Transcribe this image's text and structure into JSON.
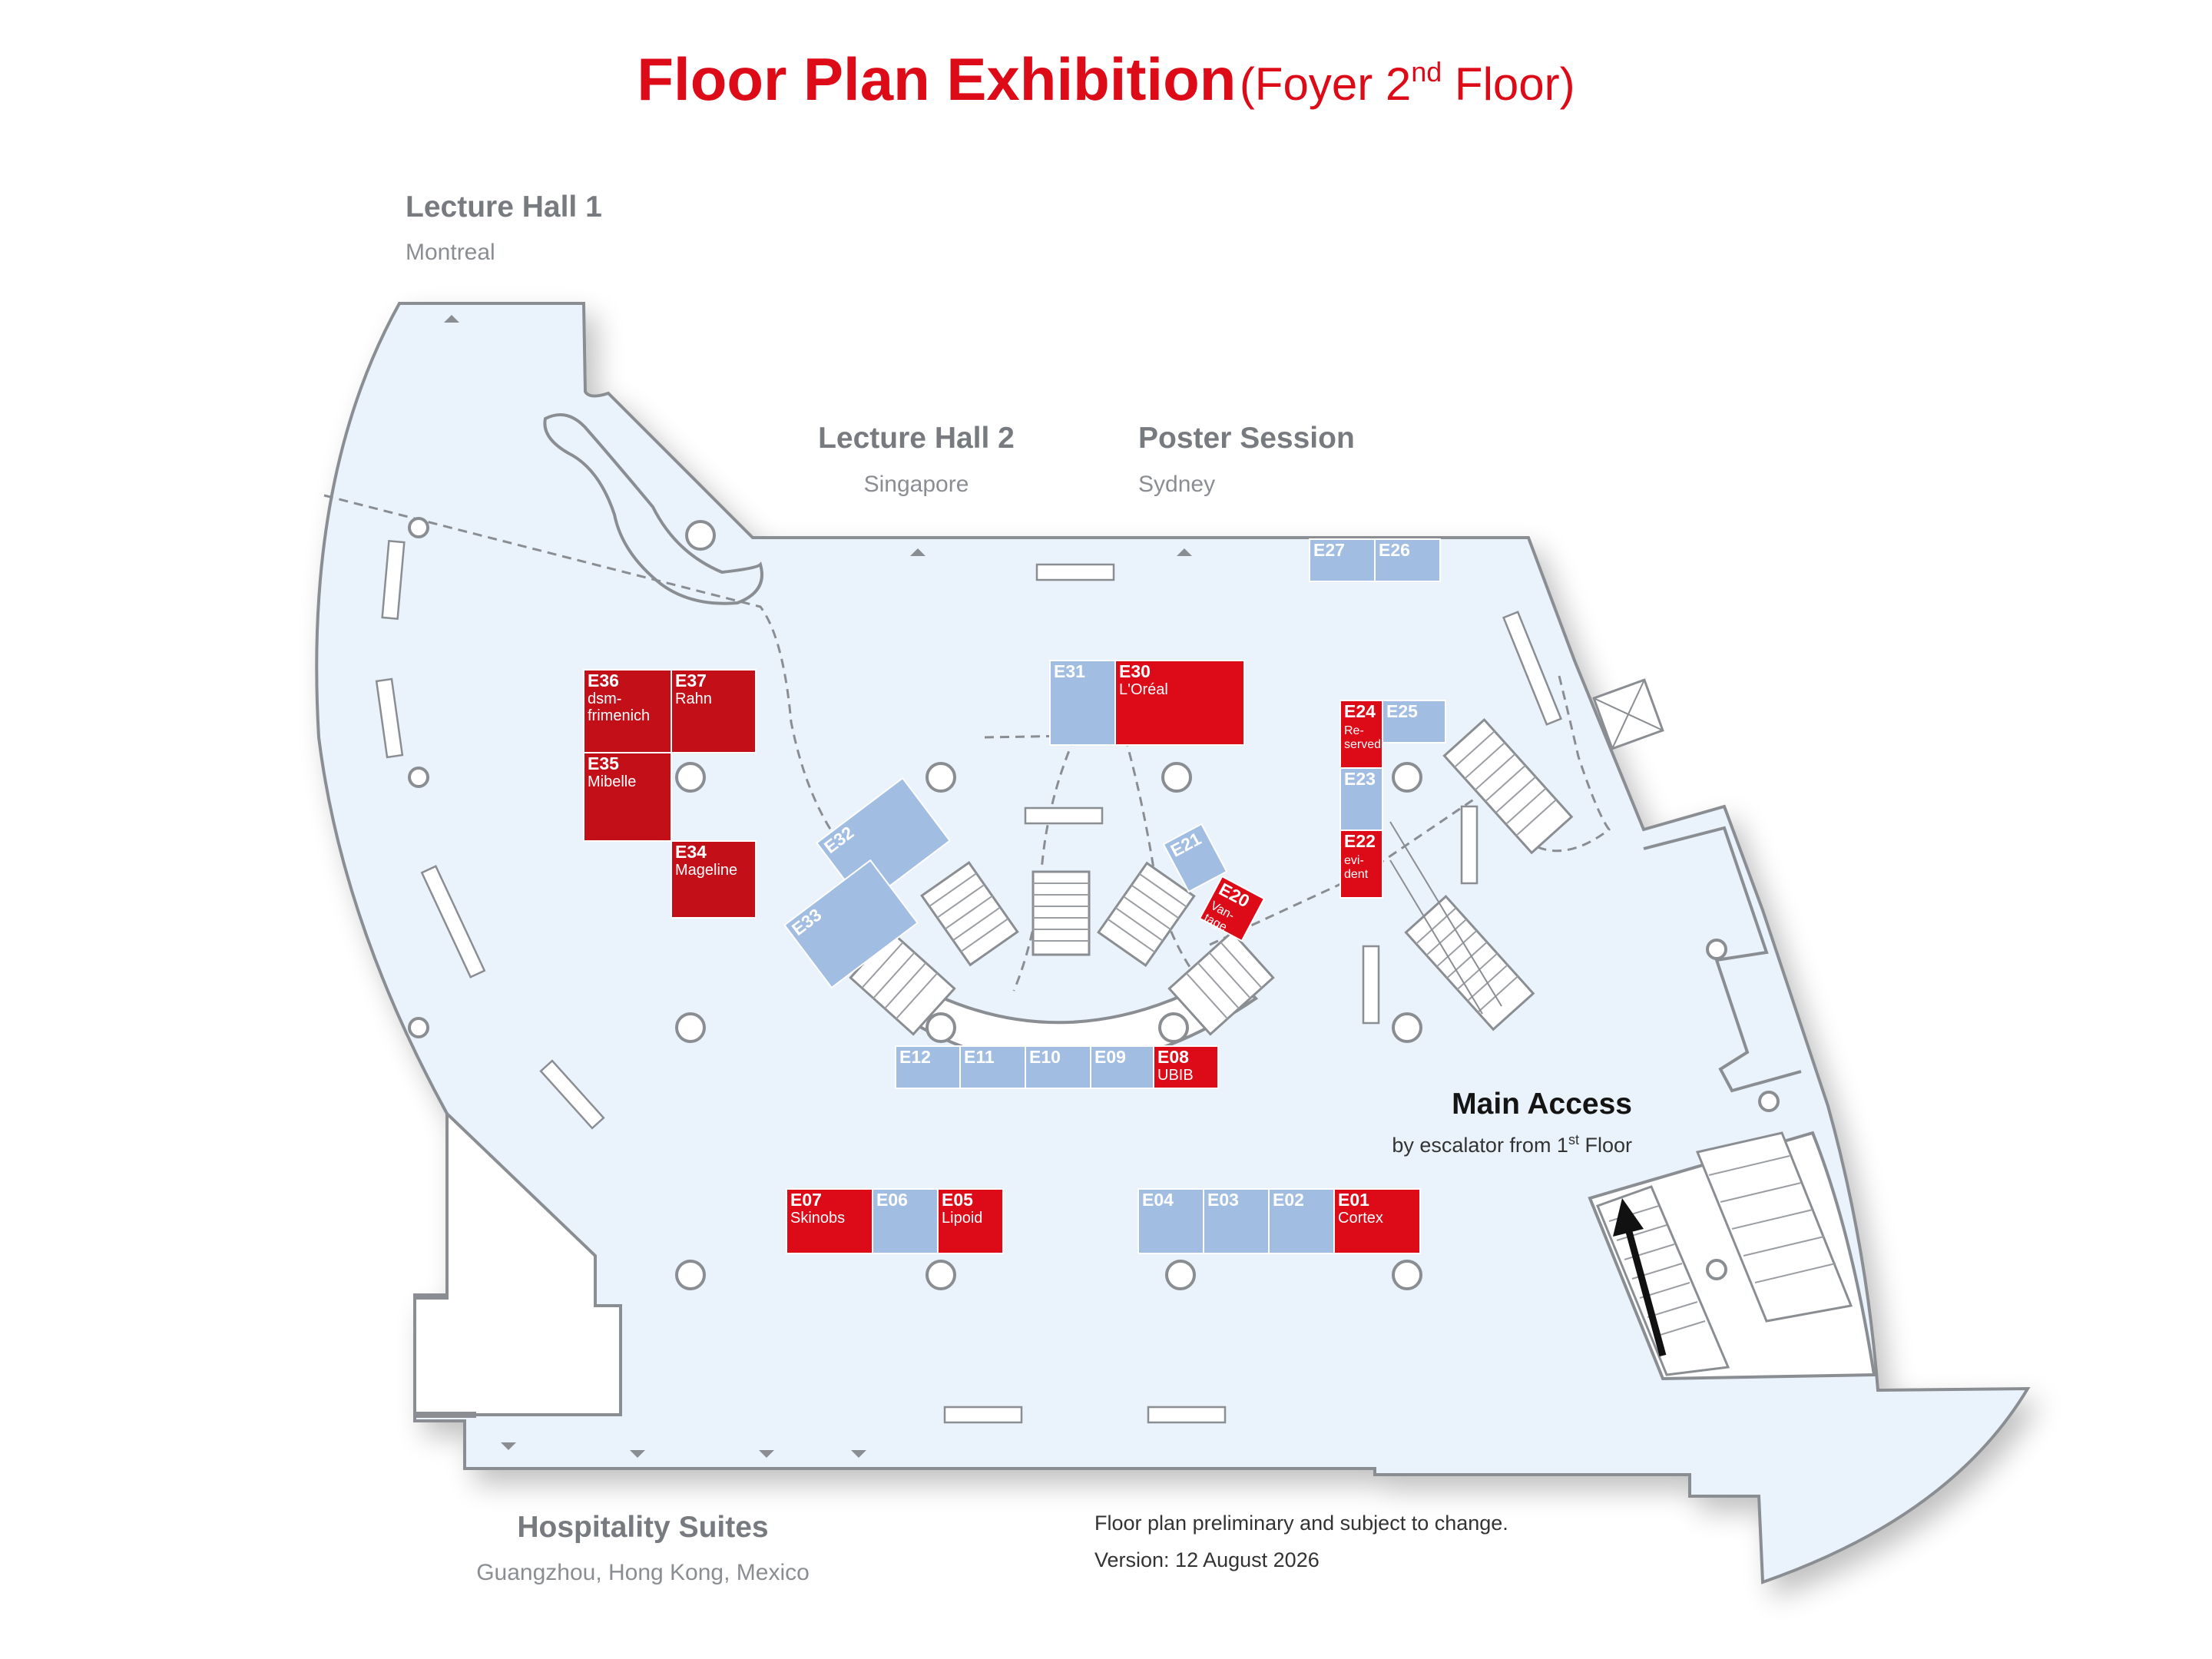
{
  "title": {
    "main": "Floor Plan Exhibition",
    "sub_prefix": "(Foyer 2",
    "sub_sup": "nd",
    "sub_suffix": " Floor)"
  },
  "areas": {
    "lecture_hall_1": {
      "name": "Lecture Hall 1",
      "sub": "Montreal"
    },
    "lecture_hall_2": {
      "name": "Lecture Hall 2",
      "sub": "Singapore"
    },
    "poster_session": {
      "name": "Poster Session",
      "sub": "Sydney"
    },
    "hospitality": {
      "name": "Hospitality Suites",
      "sub": "Guangzhou, Hong Kong, Mexico"
    }
  },
  "main_access": {
    "title": "Main Access",
    "sub_prefix": "by escalator from 1",
    "sub_sup": "st",
    "sub_suffix": " Floor"
  },
  "note": {
    "line1": "Floor plan preliminary and subject to change.",
    "line2": "Version: 12 August 2026"
  },
  "colors": {
    "exhibitor": "#dd0a17",
    "exhibitor_dark": "#c20f18",
    "available": "#a2bde2",
    "floor": "#eaf2fb",
    "wall": "#8a8e93",
    "title": "#dd0a17"
  },
  "booths": [
    {
      "id": "E01",
      "company": "Cortex",
      "status": "exhibitor"
    },
    {
      "id": "E02",
      "company": "",
      "status": "available"
    },
    {
      "id": "E03",
      "company": "",
      "status": "available"
    },
    {
      "id": "E04",
      "company": "",
      "status": "available"
    },
    {
      "id": "E05",
      "company": "Lipoid",
      "status": "exhibitor"
    },
    {
      "id": "E06",
      "company": "",
      "status": "available"
    },
    {
      "id": "E07",
      "company": "Skinobs",
      "status": "exhibitor"
    },
    {
      "id": "E08",
      "company": "UBIB",
      "status": "exhibitor"
    },
    {
      "id": "E09",
      "company": "",
      "status": "available"
    },
    {
      "id": "E10",
      "company": "",
      "status": "available"
    },
    {
      "id": "E11",
      "company": "",
      "status": "available"
    },
    {
      "id": "E12",
      "company": "",
      "status": "available"
    },
    {
      "id": "E20",
      "company": "Van-|tage",
      "status": "exhibitor"
    },
    {
      "id": "E21",
      "company": "",
      "status": "available"
    },
    {
      "id": "E22",
      "company": "evi-|dent",
      "status": "exhibitor"
    },
    {
      "id": "E23",
      "company": "",
      "status": "available"
    },
    {
      "id": "E24",
      "company": "Re-|served",
      "status": "exhibitor"
    },
    {
      "id": "E25",
      "company": "",
      "status": "available"
    },
    {
      "id": "E26",
      "company": "",
      "status": "available"
    },
    {
      "id": "E27",
      "company": "",
      "status": "available"
    },
    {
      "id": "E30",
      "company": "L'Oréal",
      "status": "exhibitor"
    },
    {
      "id": "E31",
      "company": "",
      "status": "available"
    },
    {
      "id": "E32",
      "company": "",
      "status": "available"
    },
    {
      "id": "E33",
      "company": "",
      "status": "available"
    },
    {
      "id": "E34",
      "company": "Mageline",
      "status": "exhibitor"
    },
    {
      "id": "E35",
      "company": "Mibelle",
      "status": "exhibitor"
    },
    {
      "id": "E36",
      "company": "dsm-|frimenich",
      "status": "exhibitor"
    },
    {
      "id": "E37",
      "company": "Rahn",
      "status": "exhibitor"
    }
  ]
}
